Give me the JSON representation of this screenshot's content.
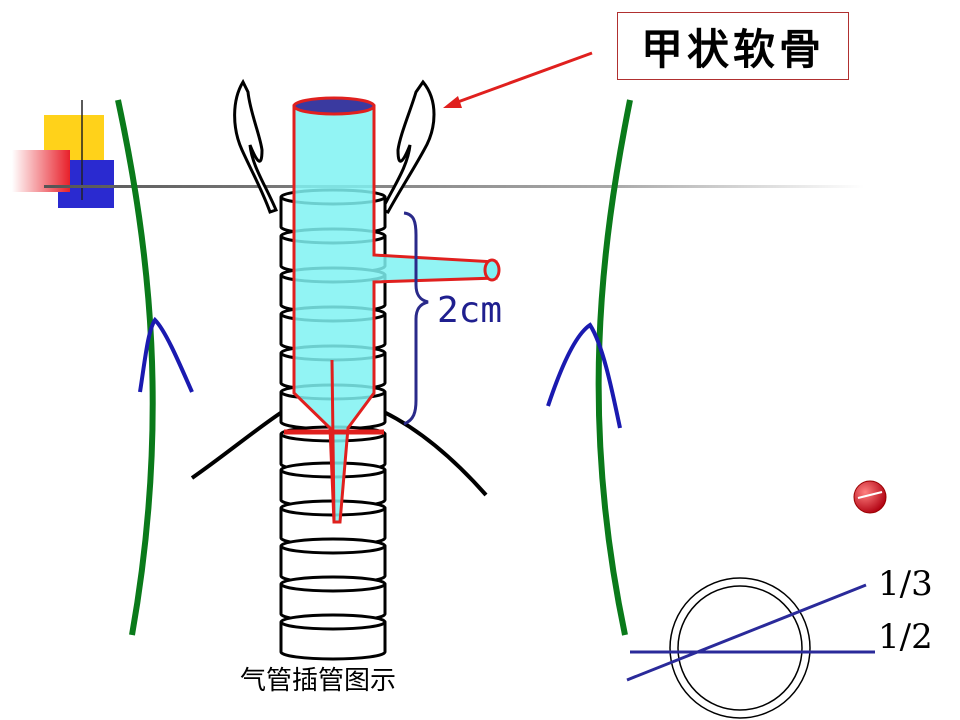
{
  "labels": {
    "cartilage": "甲状软骨",
    "distance": "2cm",
    "caption": "气管插管图示",
    "ratio_upper": "1/3",
    "ratio_lower": "1/2"
  },
  "colors": {
    "neck_outline": "#0a7a1a",
    "tube_fill": "#7ff2f2",
    "tube_stroke": "#e0201e",
    "bracket": "#2a2a8a",
    "ring_stroke": "#000000",
    "line_blue": "#2a2a9a"
  }
}
